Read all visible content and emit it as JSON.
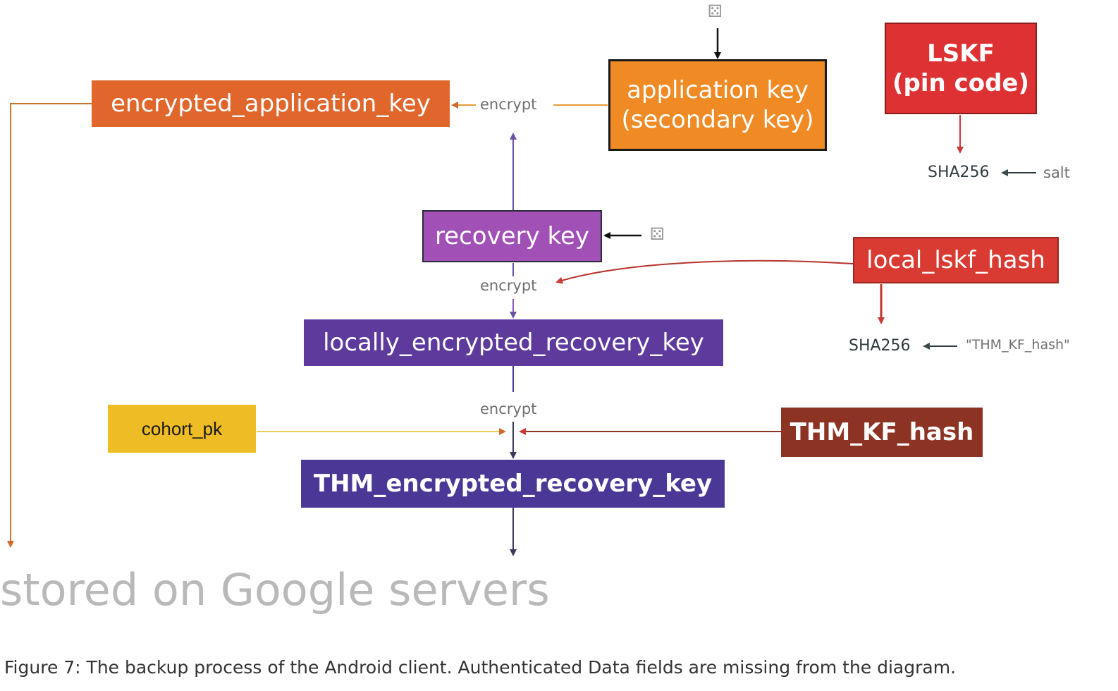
{
  "nodes": {
    "encrypted_application_key": "encrypted_application_key",
    "application_key_line1": "application key",
    "application_key_line2": "(secondary key)",
    "lskf_line1": "LSKF",
    "lskf_line2": "(pin code)",
    "recovery_key": "recovery key",
    "local_lskf_hash": "local_lskf_hash",
    "locally_encrypted_recovery_key": "locally_encrypted_recovery_key",
    "cohort_pk": "cohort_pk",
    "thm_kf_hash": "THM_KF_hash",
    "thm_encrypted_recovery_key": "THM_encrypted_recovery_key"
  },
  "labels": {
    "encrypt_top": "encrypt",
    "encrypt_middle": "encrypt",
    "encrypt_bottom": "encrypt",
    "sha256_lskf": "SHA256",
    "salt": "salt",
    "sha256_local": "SHA256",
    "thm_kf_hash_string": "\"THM_KF_hash\""
  },
  "footer": {
    "stored": "stored on Google servers",
    "caption": "Figure 7: The backup process of the Android client. Authenticated Data fields are missing from the diagram."
  },
  "icons": {
    "random_source": "die-icon"
  },
  "colors": {
    "encrypted_application_key": "#e0662c",
    "application_key": "#ef8a25",
    "lskf": "#de3134",
    "recovery_key": "#a150b6",
    "local_lskf_hash": "#d93a32",
    "locally_encrypted_recovery_key": "#5d3a9c",
    "cohort_pk": "#eebc25",
    "thm_kf_hash": "#8c3324",
    "thm_encrypted_recovery_key": "#4b3896"
  }
}
